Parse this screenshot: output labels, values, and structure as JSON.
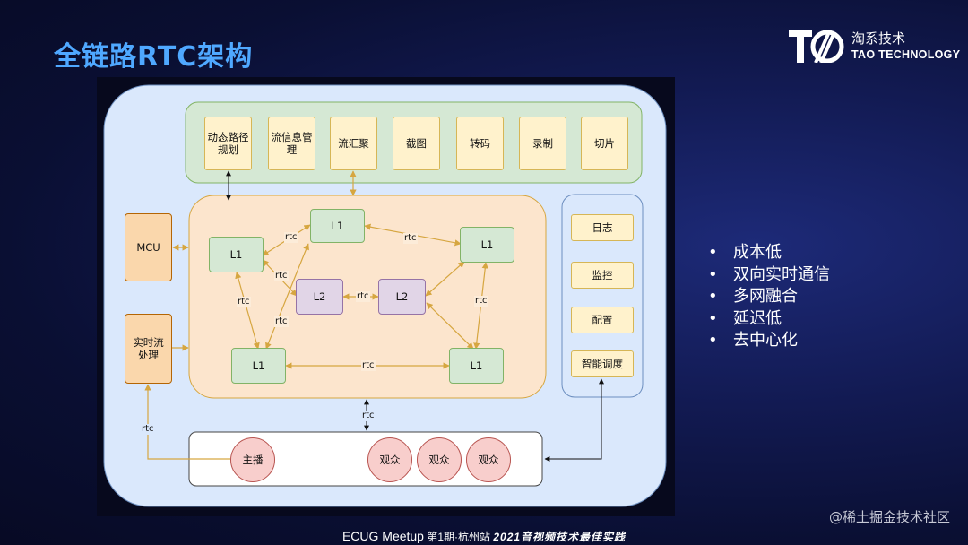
{
  "slide": {
    "title": "全链路RTC架构"
  },
  "logo": {
    "cn": "淘系技术",
    "en": "TAO TECHNOLOGY"
  },
  "diagram": {
    "services": [
      "动态路径规划",
      "流信息管理",
      "流汇聚",
      "截图",
      "转码",
      "录制",
      "切片"
    ],
    "mcu": "MCU",
    "realtime": "实时流处理",
    "nodes": {
      "l1_top": "L1",
      "l1_left": "L1",
      "l1_right": "L1",
      "l1_bottom_left": "L1",
      "l1_bottom_right": "L1",
      "l2_left": "L2",
      "l2_right": "L2"
    },
    "ops": [
      "日志",
      "监控",
      "配置",
      "智能调度"
    ],
    "clients": {
      "host": "主播",
      "viewers": [
        "观众",
        "观众",
        "观众"
      ]
    },
    "edge_label": "rtc",
    "colors": {
      "outer_fill": "#dae8fc",
      "outer_stroke": "#6c8ebf",
      "green_fill": "#d5e8d4",
      "orange_fill": "#fce5cd",
      "arrow_orange": "#d6a640"
    }
  },
  "bullets": [
    "成本低",
    "双向实时通信",
    "多网融合",
    "延迟低",
    "去中心化"
  ],
  "bullet_marker": "•",
  "footer": {
    "event": "ECUG Meetup",
    "session": "第1期·杭州站",
    "tagline": "2021音视频技术最佳实践"
  },
  "watermark": "@稀土掘金技术社区"
}
